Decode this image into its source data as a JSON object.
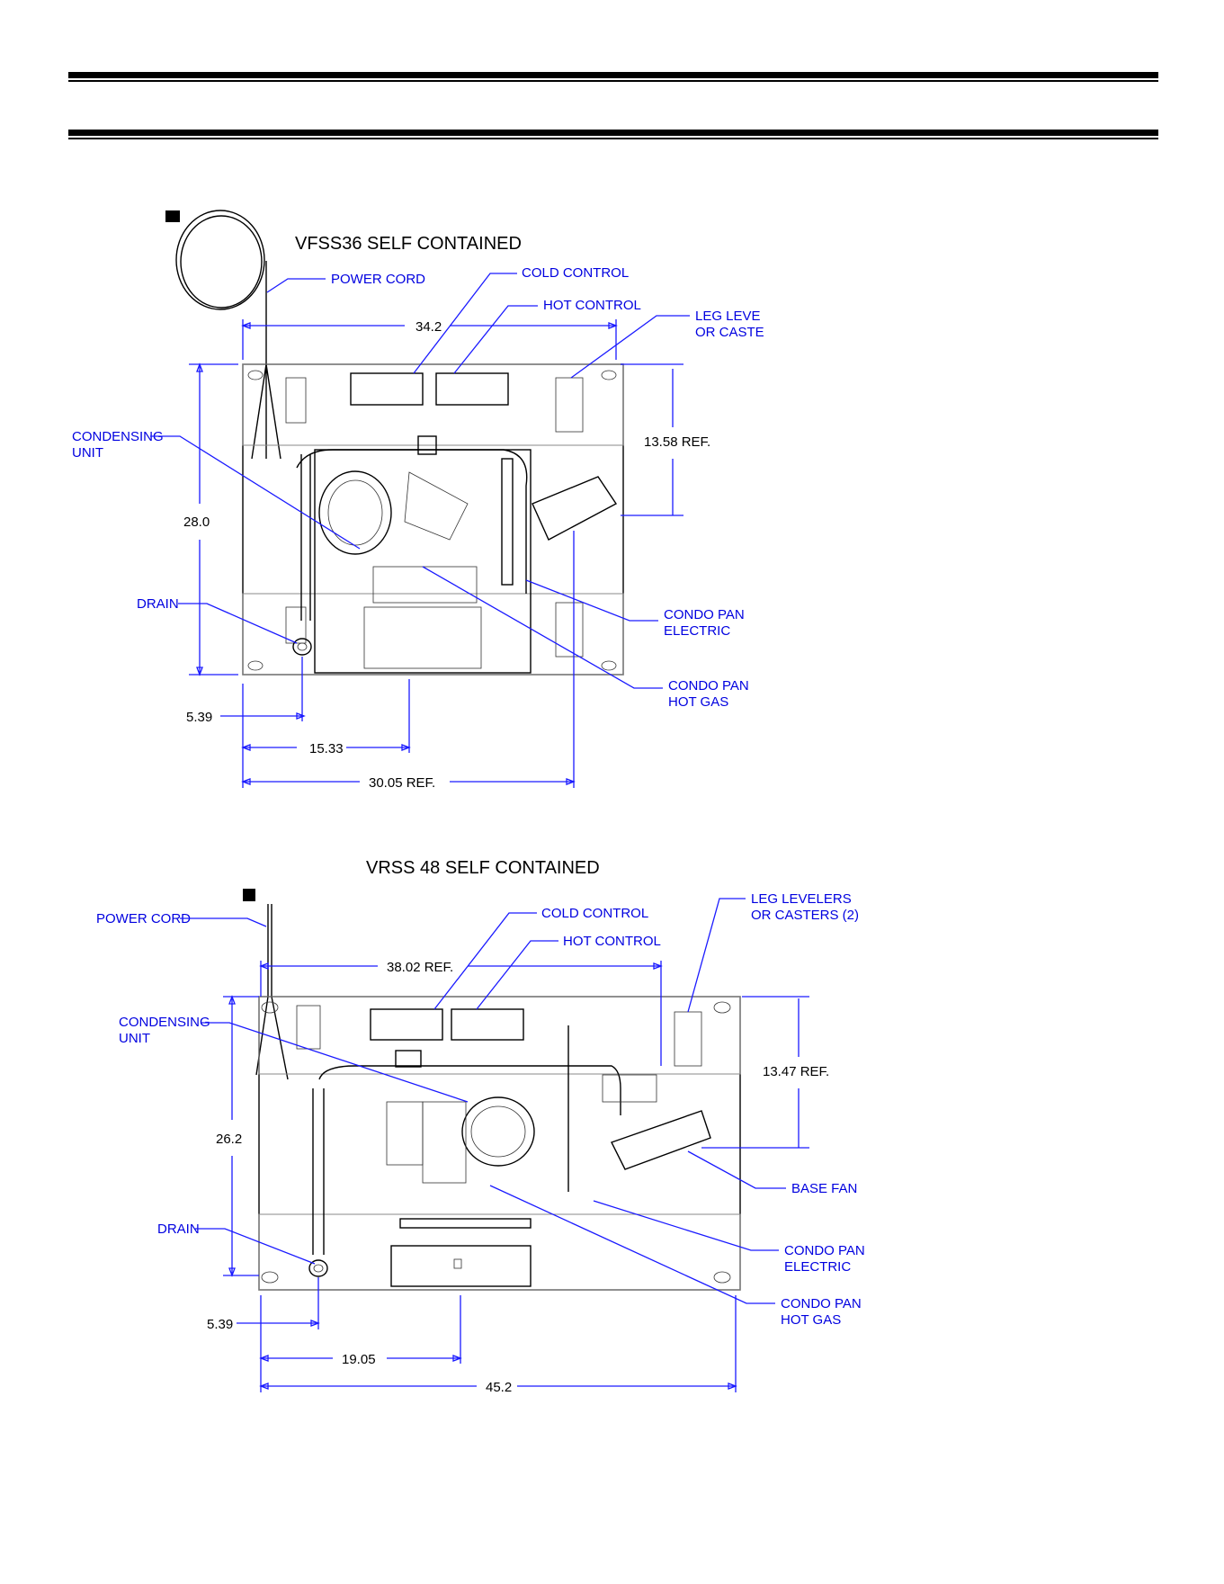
{
  "diagrams": [
    {
      "title": "VFSS36 SELF CONTAINED",
      "labels": {
        "power_cord": "POWER CORD",
        "cold_control": "COLD CONTROL",
        "hot_control": "HOT CONTROL",
        "leg_levelers_1": "LEG LEVE",
        "leg_levelers_2": "OR CASTE",
        "condensing_1": "CONDENSING",
        "condensing_2": "UNIT",
        "drain": "DRAIN",
        "condo_electric_1": "CONDO PAN",
        "condo_electric_2": "ELECTRIC",
        "condo_hot_1": "CONDO PAN",
        "condo_hot_2": "HOT GAS"
      },
      "dimensions": {
        "width": "34.2",
        "height": "28.0",
        "depth_ref": "13.58 REF.",
        "drain_offset": "5.39",
        "center_offset": "15.33",
        "overall_ref": "30.05 REF."
      }
    },
    {
      "title": "VRSS 48 SELF CONTAINED",
      "labels": {
        "power_cord": "POWER CORD",
        "cold_control": "COLD CONTROL",
        "hot_control": "HOT CONTROL",
        "leg_levelers_1": "LEG LEVELERS",
        "leg_levelers_2": "OR CASTERS (2)",
        "condensing_1": "CONDENSING",
        "condensing_2": "UNIT",
        "drain": "DRAIN",
        "base_fan": "BASE FAN",
        "condo_electric_1": "CONDO PAN",
        "condo_electric_2": "ELECTRIC",
        "condo_hot_1": "CONDO PAN",
        "condo_hot_2": "HOT GAS"
      },
      "dimensions": {
        "width_ref": "38.02 REF.",
        "height": "26.2",
        "depth_ref": "13.47 REF.",
        "drain_offset": "5.39",
        "center_offset": "19.05",
        "overall": "45.2"
      }
    }
  ]
}
